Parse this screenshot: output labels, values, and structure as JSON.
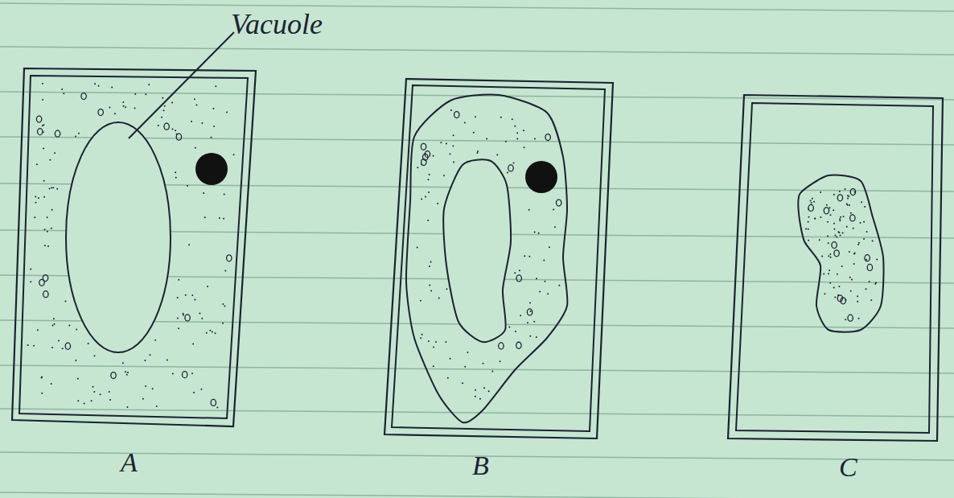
{
  "diagram": {
    "labels": [
      "Vacuole",
      "A",
      "B",
      "C"
    ]
  }
}
